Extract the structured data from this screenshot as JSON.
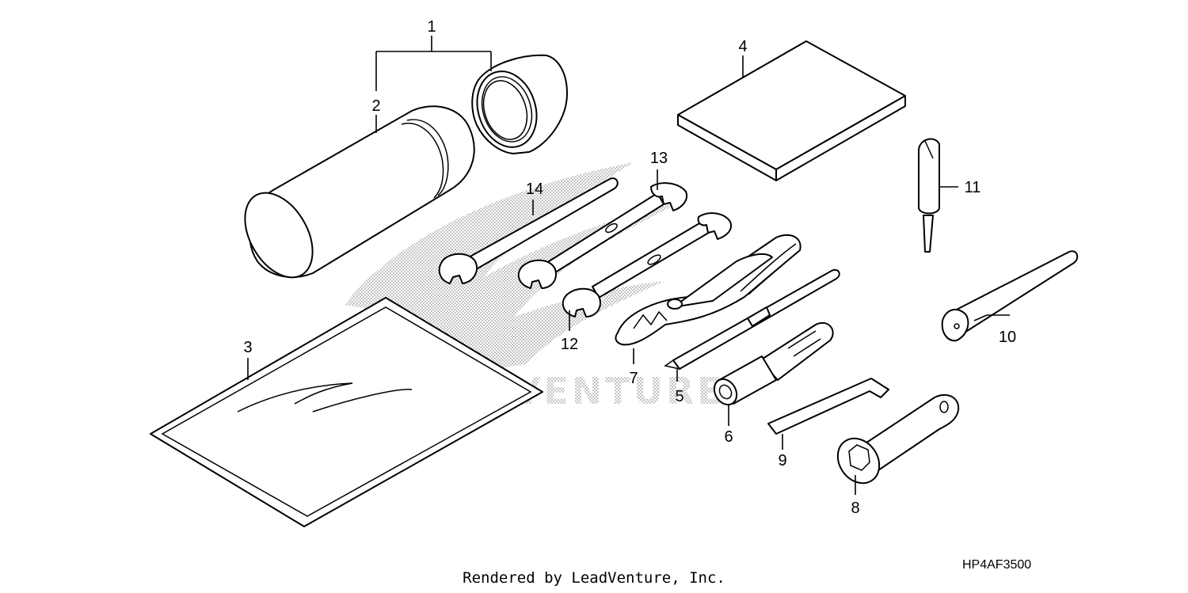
{
  "diagram": {
    "callouts": [
      {
        "id": "1",
        "label": "1"
      },
      {
        "id": "2",
        "label": "2"
      },
      {
        "id": "3",
        "label": "3"
      },
      {
        "id": "4",
        "label": "4"
      },
      {
        "id": "5",
        "label": "5"
      },
      {
        "id": "6",
        "label": "6"
      },
      {
        "id": "7",
        "label": "7"
      },
      {
        "id": "8",
        "label": "8"
      },
      {
        "id": "9",
        "label": "9"
      },
      {
        "id": "10",
        "label": "10"
      },
      {
        "id": "11",
        "label": "11"
      },
      {
        "id": "12",
        "label": "12"
      },
      {
        "id": "13",
        "label": "13"
      },
      {
        "id": "14",
        "label": "14"
      }
    ],
    "diagram_code": "HP4AF3500",
    "watermark_text": "HONDAVENTURE",
    "footer_text": "Rendered by LeadVenture, Inc."
  },
  "colors": {
    "line": "#000000",
    "background": "#ffffff",
    "watermark": "#9a9a9a"
  }
}
